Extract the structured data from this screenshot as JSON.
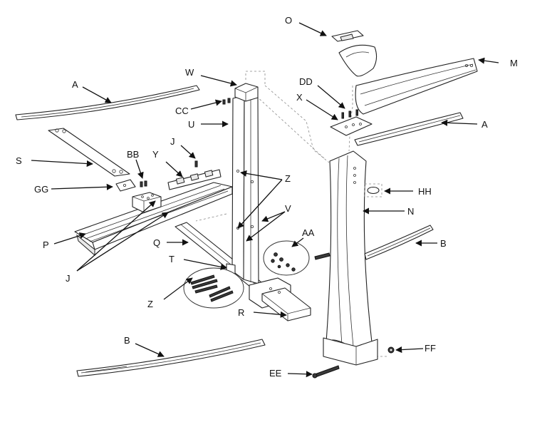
{
  "diagram": {
    "callouts": {
      "O": "O",
      "M": "M",
      "A_top_left": "A",
      "W": "W",
      "DD": "DD",
      "X": "X",
      "CC": "CC",
      "A_right": "A",
      "U": "U",
      "J_top": "J",
      "S": "S",
      "BB": "BB",
      "Y": "Y",
      "Z_right": "Z",
      "HH": "HH",
      "GG": "GG",
      "V": "V",
      "N": "N",
      "AA": "AA",
      "P": "P",
      "Q": "Q",
      "B_right": "B",
      "J_left": "J",
      "T": "T",
      "Z_left": "Z",
      "R": "R",
      "FF": "FF",
      "B_bottom": "B",
      "EE": "EE"
    }
  }
}
